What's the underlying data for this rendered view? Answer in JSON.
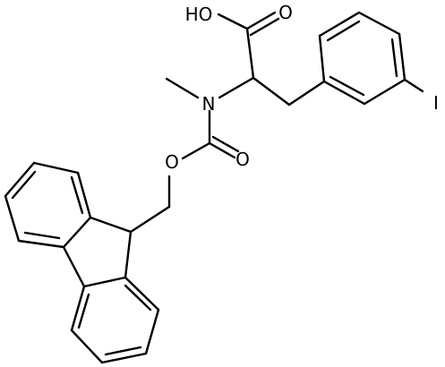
{
  "molecule": {
    "atoms": {
      "hydroxyl": "HO",
      "carbonyl_oxygen_acid": "O",
      "amide_nitrogen": "N",
      "carbamate_carbonyl_oxygen": "O",
      "carbamate_ester_oxygen": "O",
      "iodine": "I"
    },
    "colors": {
      "bond": "#000000",
      "label": "#000000",
      "background": "#ffffff"
    }
  }
}
